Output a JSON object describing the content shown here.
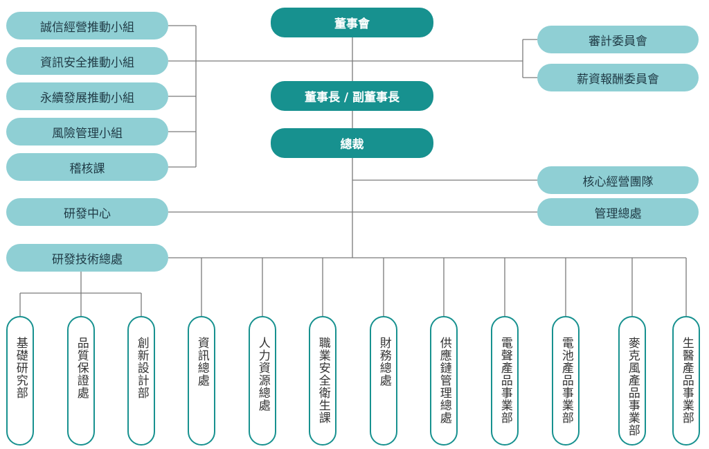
{
  "board": "董事會",
  "chairman": "董事長 / 副董事長",
  "president": "總裁",
  "board_committees": [
    "審計委員會",
    "薪資報酬委員會"
  ],
  "left_committees": [
    "誠信經營推動小組",
    "資訊安全推動小組",
    "永續發展推動小組",
    "風險管理小組",
    "稽核課"
  ],
  "core_team": "核心經營團隊",
  "management": "管理總處",
  "rd_center": "研發中心",
  "rd_tech": "研發技術總處",
  "rd_sub_units": [
    "基礎研究部",
    "品質保證處",
    "創新設計部"
  ],
  "divisions": [
    "資訊總處",
    "人力資源總處",
    "職業安全衛生課",
    "財務總處",
    "供應鏈管理總處",
    "電聲產品事業部",
    "電池產品事業部",
    "麥克風產品事業部",
    "生醫產品事業部"
  ],
  "colors": {
    "dark": "#17918f",
    "light": "#8fcfd4",
    "line": "#7a7a7a"
  }
}
